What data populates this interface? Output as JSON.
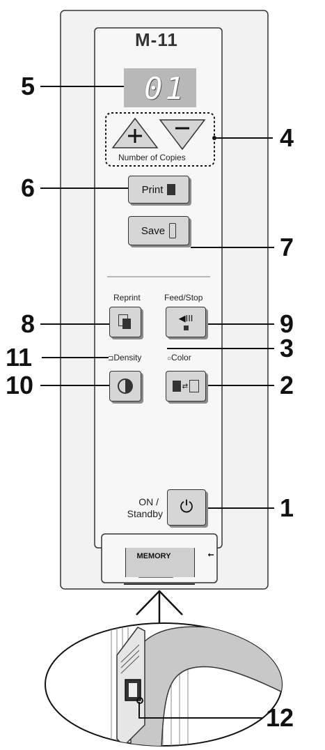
{
  "device": {
    "model": "M-11",
    "display_value": "01"
  },
  "buttons": {
    "print": "Print",
    "save": "Save",
    "number_of_copies": "Number of Copies",
    "reprint": "Reprint",
    "feed_stop": "Feed/Stop",
    "density": "Density",
    "color": "Color",
    "on_line1": "ON /",
    "on_line2": "Standby",
    "memory": "MEMORY"
  },
  "callouts": [
    "1",
    "2",
    "3",
    "4",
    "5",
    "6",
    "7",
    "8",
    "9",
    "10",
    "11",
    "12"
  ]
}
